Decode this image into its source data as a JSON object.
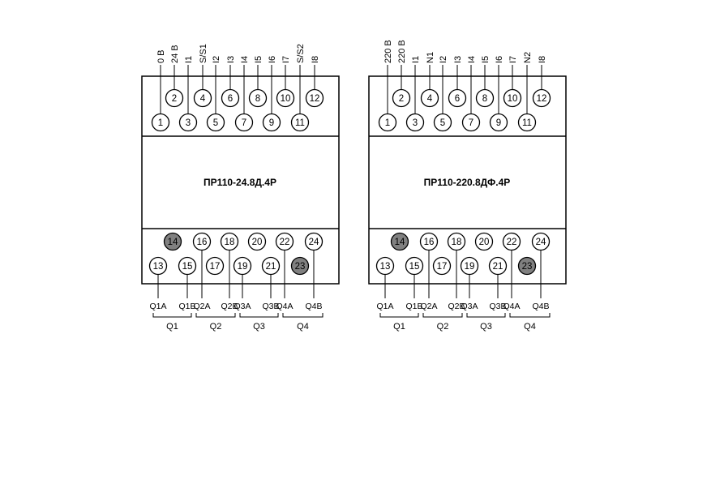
{
  "devices": [
    {
      "model": "ПР110-24.8Д.4Р",
      "top_labels": [
        "0 В",
        "24 В",
        "I1",
        "S/S1",
        "I2",
        "I3",
        "I4",
        "I5",
        "I6",
        "I7",
        "S/S2",
        "I8"
      ],
      "top_terminals_upper": [
        "2",
        "4",
        "6",
        "8",
        "10",
        "12"
      ],
      "top_terminals_lower": [
        "1",
        "3",
        "5",
        "7",
        "9",
        "11"
      ],
      "bottom_terminals_upper": [
        "14",
        "16",
        "18",
        "20",
        "22",
        "24"
      ],
      "bottom_terminals_lower": [
        "13",
        "15",
        "17",
        "19",
        "21",
        "23"
      ],
      "shaded_terminals": [
        "14",
        "23"
      ],
      "output_labels": [
        "Q1A",
        "Q1B",
        "Q2A",
        "Q2B",
        "Q3A",
        "Q3B",
        "Q4A",
        "Q4B"
      ],
      "group_labels": [
        "Q1",
        "Q2",
        "Q3",
        "Q4"
      ]
    },
    {
      "model": "ПР110-220.8ДФ.4Р",
      "top_labels": [
        "220 В",
        "220 В",
        "I1",
        "N1",
        "I2",
        "I3",
        "I4",
        "I5",
        "I6",
        "I7",
        "N2",
        "I8"
      ],
      "top_terminals_upper": [
        "2",
        "4",
        "6",
        "8",
        "10",
        "12"
      ],
      "top_terminals_lower": [
        "1",
        "3",
        "5",
        "7",
        "9",
        "11"
      ],
      "bottom_terminals_upper": [
        "14",
        "16",
        "18",
        "20",
        "22",
        "24"
      ],
      "bottom_terminals_lower": [
        "13",
        "15",
        "17",
        "19",
        "21",
        "23"
      ],
      "shaded_terminals": [
        "14",
        "23"
      ],
      "output_labels": [
        "Q1A",
        "Q1B",
        "Q2A",
        "Q2B",
        "Q3A",
        "Q3B",
        "Q4A",
        "Q4B"
      ],
      "group_labels": [
        "Q1",
        "Q2",
        "Q3",
        "Q4"
      ]
    }
  ],
  "colors": {
    "stroke": "#000000",
    "terminal_fill": "#ffffff",
    "terminal_shaded_fill": "#808080"
  }
}
